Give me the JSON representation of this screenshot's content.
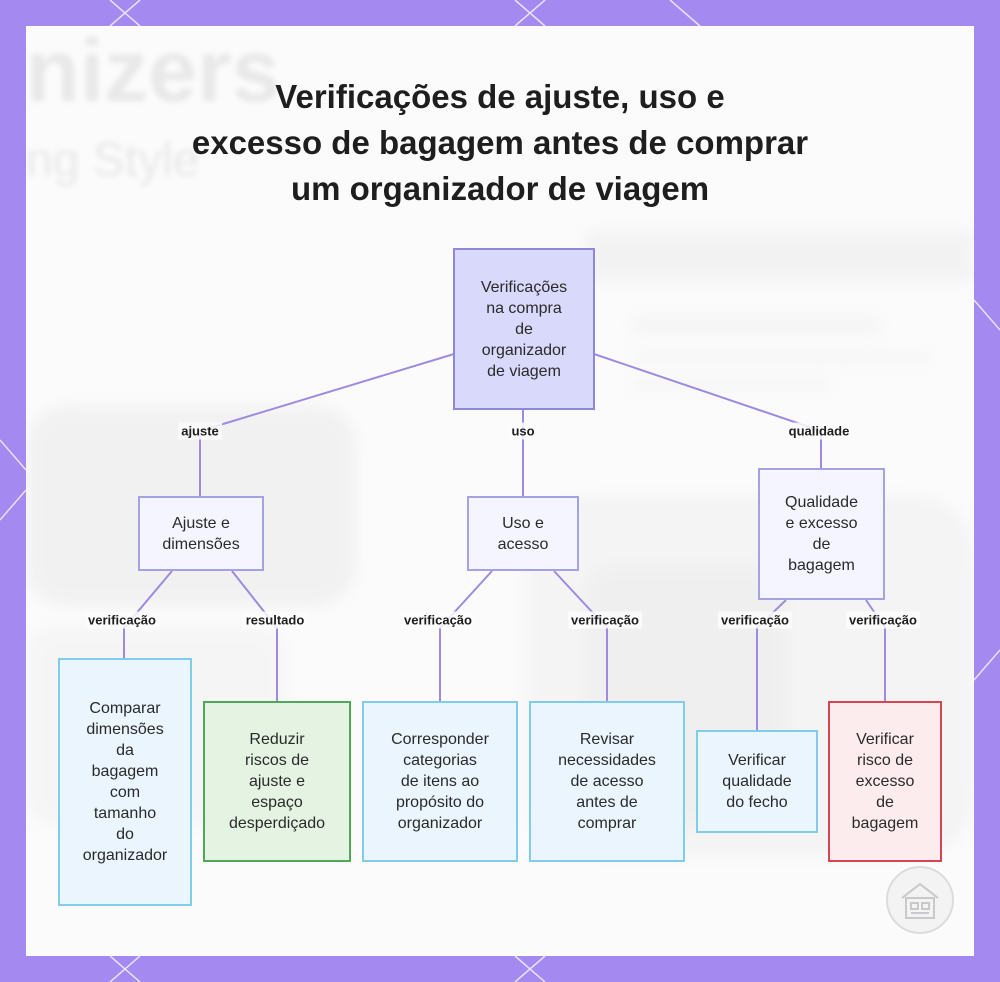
{
  "title": {
    "lines": [
      "Verificações de ajuste, uso e",
      "excesso de bagagem antes de comprar",
      "um organizador de viagem"
    ]
  },
  "nodes": {
    "root": {
      "lines": [
        "Verificações",
        "na compra",
        "de",
        "organizador",
        "de viagem"
      ]
    },
    "fit": {
      "lines": [
        "Ajuste e",
        "dimensões"
      ]
    },
    "use": {
      "lines": [
        "Uso e",
        "acesso"
      ]
    },
    "quality": {
      "lines": [
        "Qualidade",
        "e excesso",
        "de",
        "bagagem"
      ]
    },
    "compare": {
      "lines": [
        "Comparar",
        "dimensões",
        "da",
        "bagagem",
        "com",
        "tamanho",
        "do",
        "organizador"
      ]
    },
    "reduce": {
      "lines": [
        "Reduzir",
        "riscos de",
        "ajuste e",
        "espaço",
        "desperdiçado"
      ]
    },
    "match": {
      "lines": [
        "Corresponder",
        "categorias",
        "de itens ao",
        "propósito do",
        "organizador"
      ]
    },
    "review": {
      "lines": [
        "Revisar",
        "necessidades",
        "de acesso",
        "antes de",
        "comprar"
      ]
    },
    "zipper": {
      "lines": [
        "Verificar",
        "qualidade",
        "do fecho"
      ]
    },
    "excess": {
      "lines": [
        "Verificar",
        "risco de",
        "excesso",
        "de",
        "bagagem"
      ]
    }
  },
  "edge_labels": {
    "fit": "ajuste",
    "use": "uso",
    "quality": "qualidade",
    "compare": "verificação",
    "reduce": "resultado",
    "match": "verificação",
    "review": "verificação",
    "zipper": "verificação",
    "excess": "verificação"
  },
  "colors": {
    "frame": "#a48af0",
    "edge": "#a08ae0",
    "root_fill": "#d8d9fb",
    "blue_border": "#7fcde8",
    "green_border": "#4ea85a",
    "red_border": "#d74552"
  },
  "background_blur": {
    "text_1": "nizers",
    "text_2": "ng Style"
  }
}
